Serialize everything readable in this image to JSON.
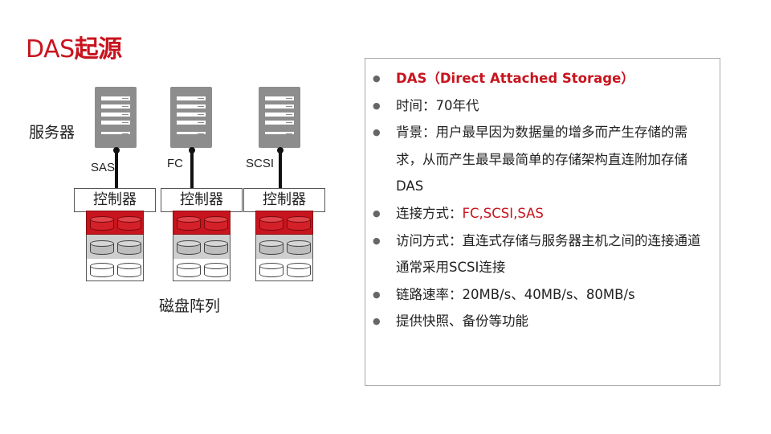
{
  "title": {
    "prefix": "DAS",
    "suffix": "起源"
  },
  "diagram": {
    "server_label": "服务器",
    "array_label": "磁盘阵列",
    "protocols": [
      "SAS",
      "FC",
      "SCSI"
    ],
    "controller_label": "控制器"
  },
  "info": {
    "items": [
      {
        "text": "DAS（Direct Attached Storage）"
      },
      {
        "text": "时间：70年代"
      },
      {
        "text": "背景：用户最早因为数据量的增多而产生存储的需求，从而产生最早最简单的存储架构直连附加存储DAS"
      },
      {
        "label": "连接方式：",
        "value": "FC,SCSI,SAS"
      },
      {
        "text": "访问方式：直连式存储与服务器主机之间的连接通道通常采用SCSI连接"
      },
      {
        "text": "链路速率：20MB/s、40MB/s、80MB/s"
      },
      {
        "text": "提供快照、备份等功能"
      }
    ]
  },
  "colors": {
    "accent": "#c8141e",
    "server": "#8d8d8d"
  }
}
